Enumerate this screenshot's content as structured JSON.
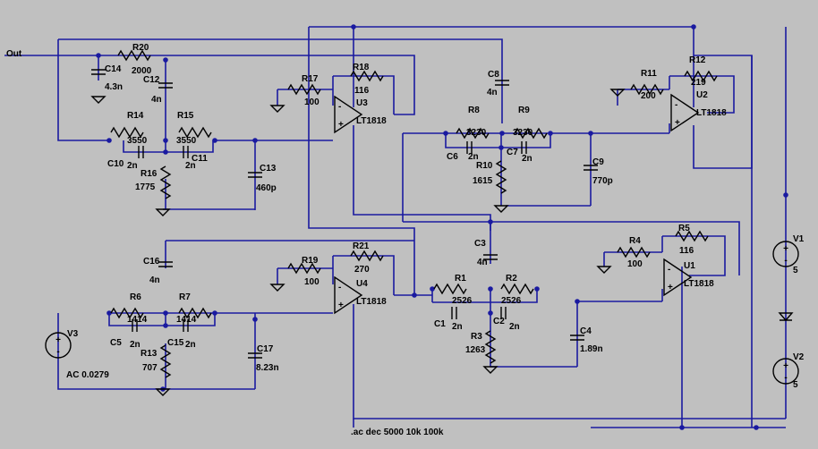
{
  "net_label": "Out",
  "directive": ".ac dec 5000 10k 100k",
  "resistors": [
    {
      "name": "R20",
      "value": "2000"
    },
    {
      "name": "R14",
      "value": "3550"
    },
    {
      "name": "R15",
      "value": "3550"
    },
    {
      "name": "R16",
      "value": "1775"
    },
    {
      "name": "R17",
      "value": "100"
    },
    {
      "name": "R18",
      "value": "116"
    },
    {
      "name": "R6",
      "value": "1414"
    },
    {
      "name": "R7",
      "value": "1414"
    },
    {
      "name": "R13",
      "value": "707"
    },
    {
      "name": "R19",
      "value": "100"
    },
    {
      "name": "R21",
      "value": "270"
    },
    {
      "name": "R8",
      "value": "3230"
    },
    {
      "name": "R9",
      "value": "3230"
    },
    {
      "name": "R10",
      "value": "1615"
    },
    {
      "name": "R11",
      "value": "200"
    },
    {
      "name": "R12",
      "value": "219"
    },
    {
      "name": "R1",
      "value": "2526"
    },
    {
      "name": "R2",
      "value": "2526"
    },
    {
      "name": "R3",
      "value": "1263"
    },
    {
      "name": "R4",
      "value": "100"
    },
    {
      "name": "R5",
      "value": "116"
    }
  ],
  "capacitors": [
    {
      "name": "C14",
      "value": "4.3n"
    },
    {
      "name": "C12",
      "value": "4n"
    },
    {
      "name": "C10",
      "value": "2n"
    },
    {
      "name": "C11",
      "value": "2n"
    },
    {
      "name": "C13",
      "value": "460p"
    },
    {
      "name": "C16",
      "value": "4n"
    },
    {
      "name": "C5",
      "value": "2n"
    },
    {
      "name": "C15",
      "value": "2n"
    },
    {
      "name": "C17",
      "value": "8.23n"
    },
    {
      "name": "C8",
      "value": "4n"
    },
    {
      "name": "C6",
      "value": "2n"
    },
    {
      "name": "C7",
      "value": "2n"
    },
    {
      "name": "C9",
      "value": "770p"
    },
    {
      "name": "C3",
      "value": "4n"
    },
    {
      "name": "C1",
      "value": "2n"
    },
    {
      "name": "C2",
      "value": "2n"
    },
    {
      "name": "C4",
      "value": "1.89n"
    }
  ],
  "opamps": [
    {
      "name": "U3",
      "model": "LT1818"
    },
    {
      "name": "U4",
      "model": "LT1818"
    },
    {
      "name": "U2",
      "model": "LT1818"
    },
    {
      "name": "U1",
      "model": "LT1818"
    }
  ],
  "sources": [
    {
      "name": "V3",
      "value": "AC 0.0279"
    },
    {
      "name": "V1",
      "value": "5"
    },
    {
      "name": "V2",
      "value": "5"
    }
  ]
}
